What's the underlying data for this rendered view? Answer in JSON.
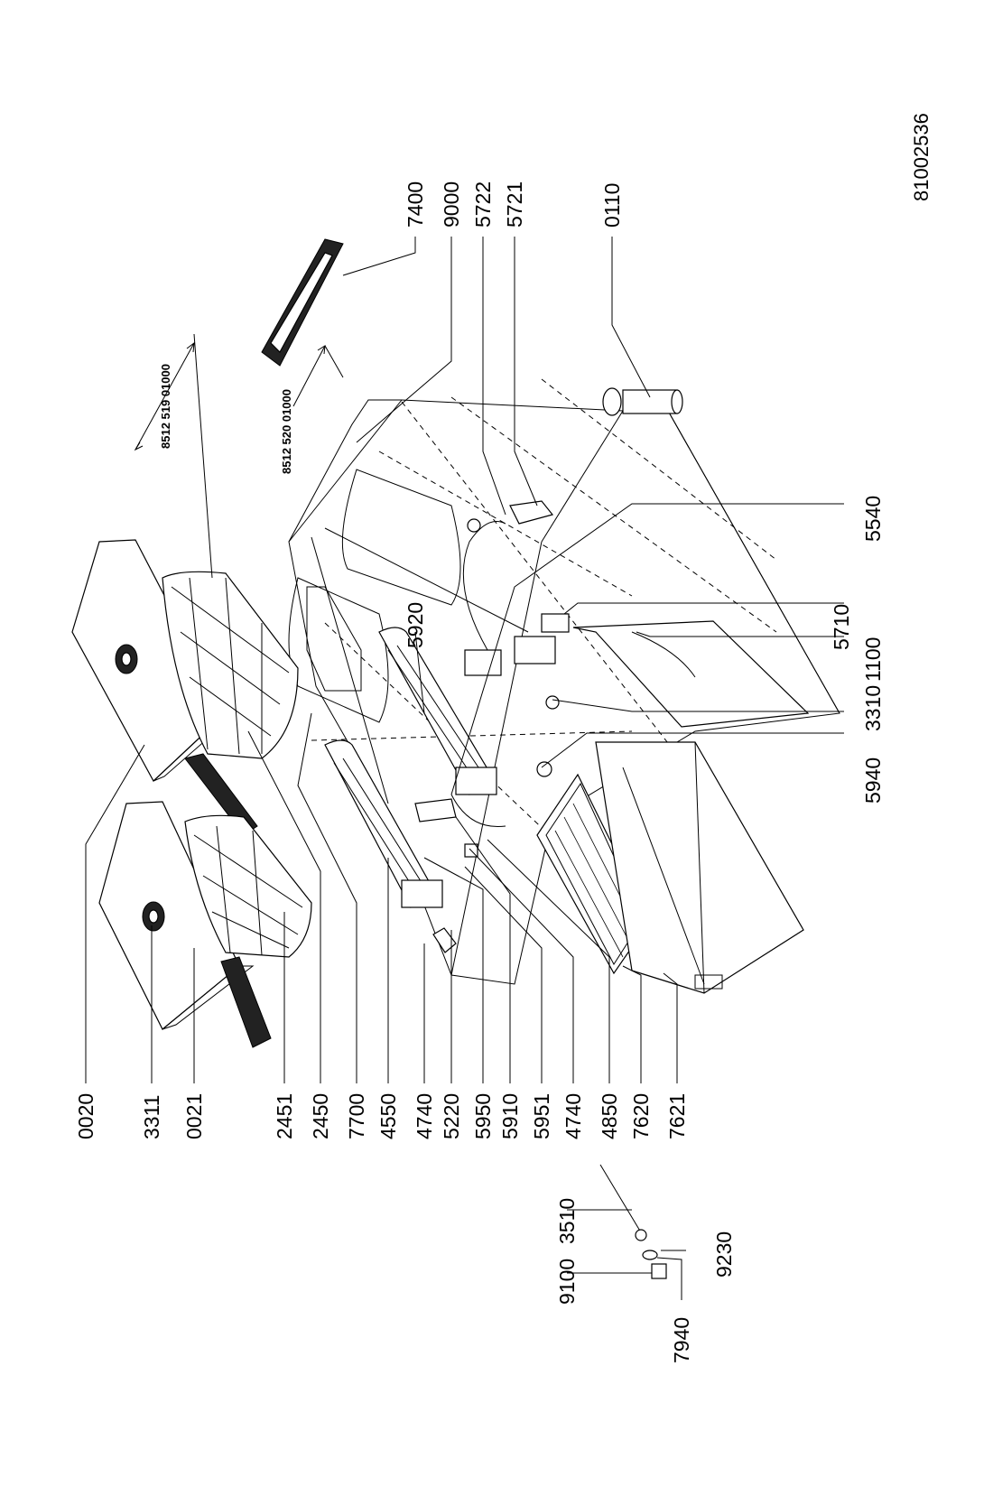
{
  "document_number": "81002536",
  "kit_codes": [
    "8512 519 01000",
    "8512 520 01000"
  ],
  "callouts_left": [
    "0020",
    "3311",
    "0021",
    "2451",
    "2450",
    "7700",
    "4550",
    "4740",
    "5220",
    "5950",
    "5910",
    "5951",
    "4740",
    "4850",
    "7620",
    "7621"
  ],
  "callouts_right": [
    "5940",
    "3310",
    "1100",
    "5710",
    "5540"
  ],
  "callout_center": "5920",
  "callouts_top": [
    "7400",
    "9000",
    "5722",
    "5721",
    "0110"
  ],
  "callouts_detail": [
    "9100",
    "3510",
    "9230",
    "7940"
  ]
}
